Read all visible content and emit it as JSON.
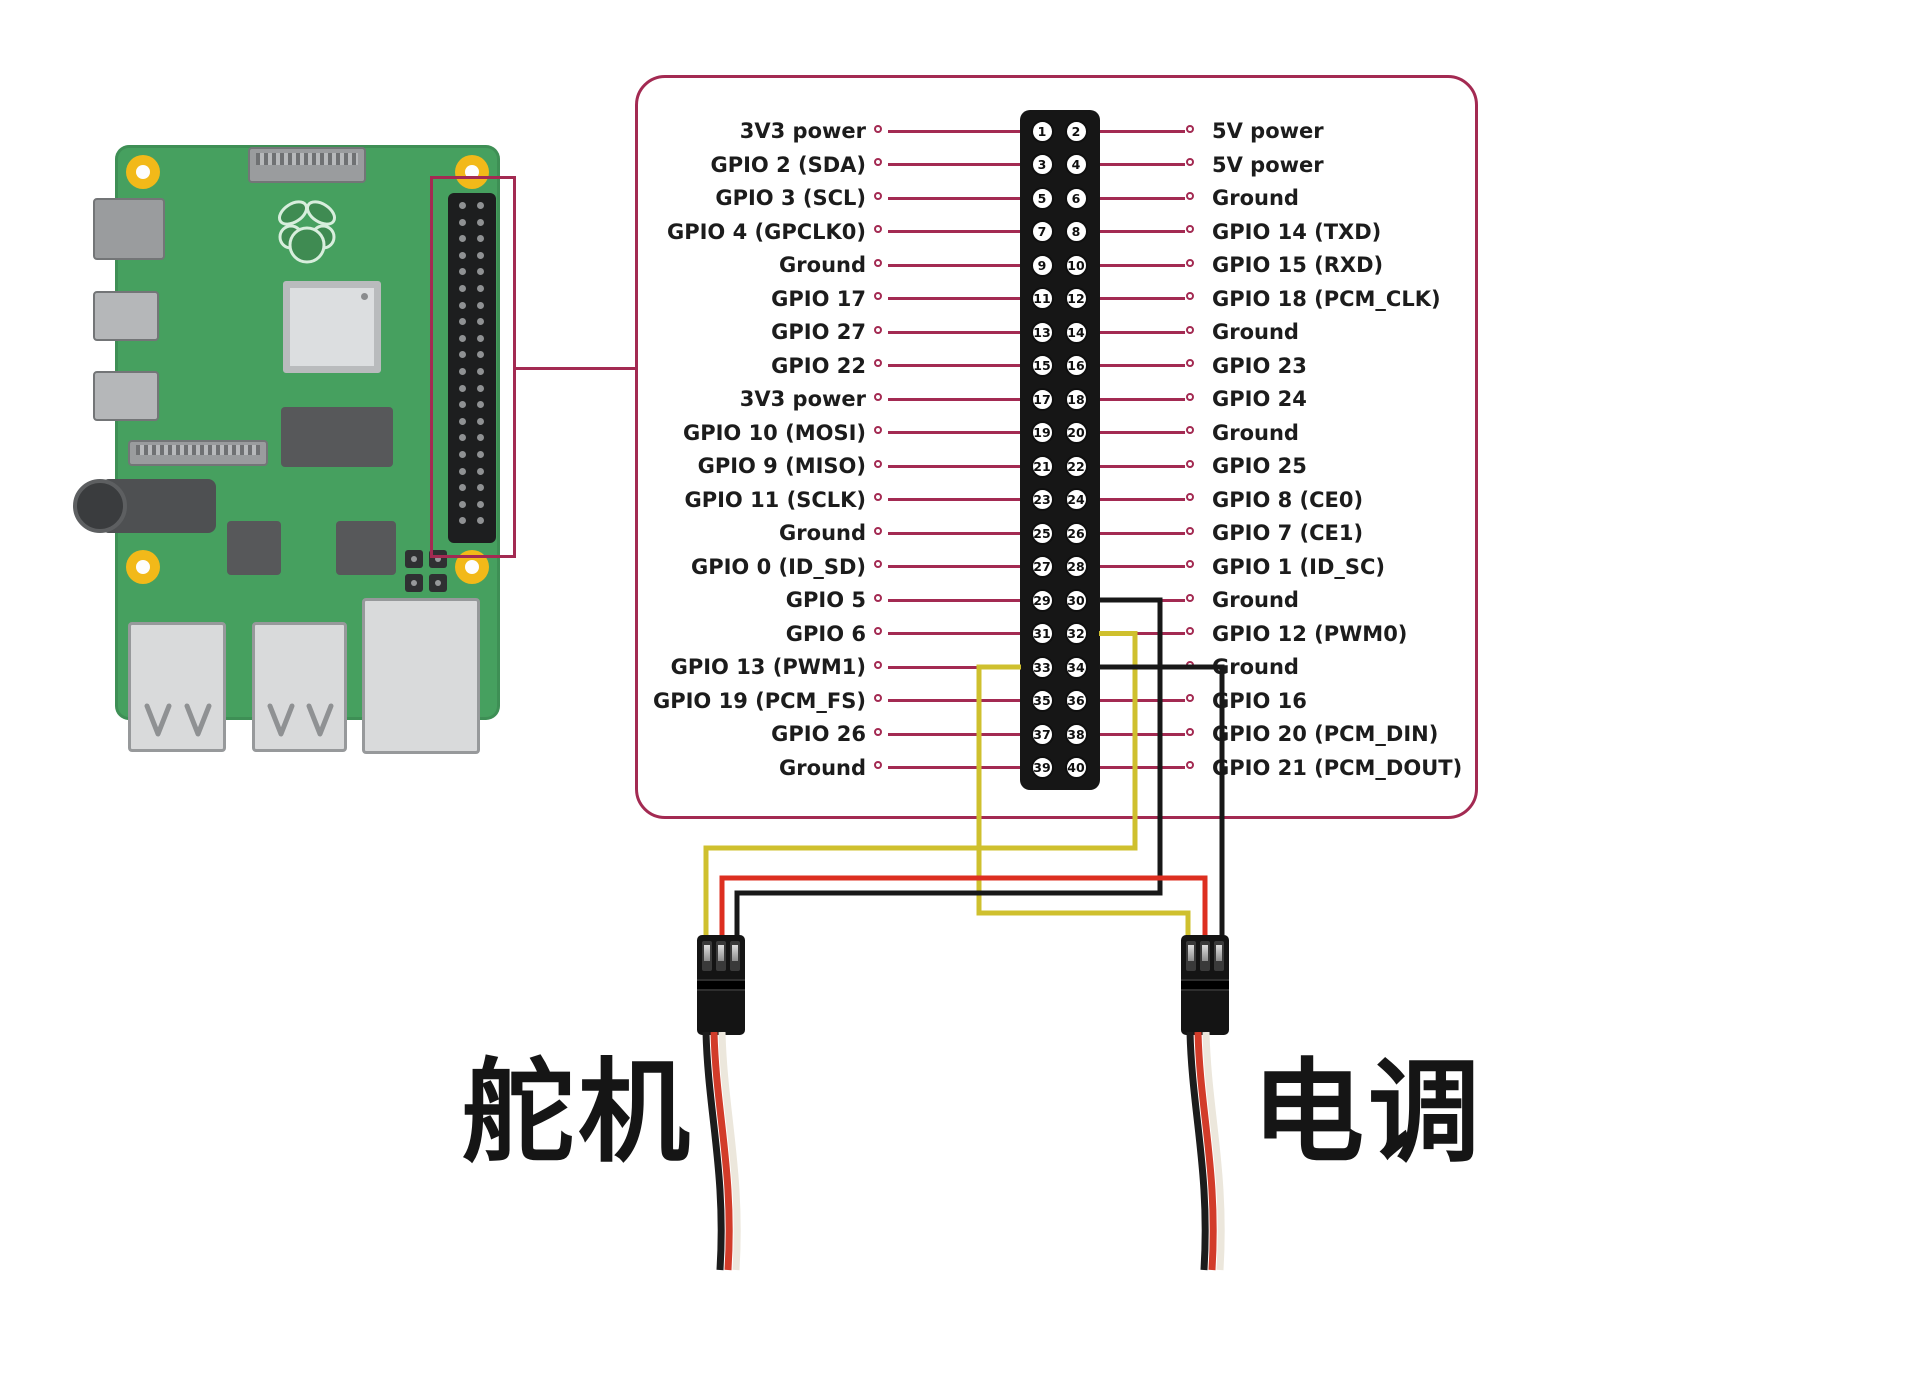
{
  "colors": {
    "accent": "#a32a52",
    "board_green": "#46a05f",
    "hole_yellow": "#f2b919",
    "wire_yellow": "#cfc02e",
    "wire_red": "#dd2f20",
    "wire_black": "#181818",
    "text": "#1c1c1c"
  },
  "pinout": {
    "rows": [
      {
        "left_label": "3V3 power",
        "left_pin": "1",
        "right_pin": "2",
        "right_label": "5V power"
      },
      {
        "left_label": "GPIO 2 (SDA)",
        "left_pin": "3",
        "right_pin": "4",
        "right_label": "5V power"
      },
      {
        "left_label": "GPIO 3 (SCL)",
        "left_pin": "5",
        "right_pin": "6",
        "right_label": "Ground"
      },
      {
        "left_label": "GPIO 4 (GPCLK0)",
        "left_pin": "7",
        "right_pin": "8",
        "right_label": "GPIO 14 (TXD)"
      },
      {
        "left_label": "Ground",
        "left_pin": "9",
        "right_pin": "10",
        "right_label": "GPIO 15 (RXD)"
      },
      {
        "left_label": "GPIO 17",
        "left_pin": "11",
        "right_pin": "12",
        "right_label": "GPIO 18 (PCM_CLK)"
      },
      {
        "left_label": "GPIO 27",
        "left_pin": "13",
        "right_pin": "14",
        "right_label": "Ground"
      },
      {
        "left_label": "GPIO 22",
        "left_pin": "15",
        "right_pin": "16",
        "right_label": "GPIO 23"
      },
      {
        "left_label": "3V3 power",
        "left_pin": "17",
        "right_pin": "18",
        "right_label": "GPIO 24"
      },
      {
        "left_label": "GPIO 10 (MOSI)",
        "left_pin": "19",
        "right_pin": "20",
        "right_label": "Ground"
      },
      {
        "left_label": "GPIO 9 (MISO)",
        "left_pin": "21",
        "right_pin": "22",
        "right_label": "GPIO 25"
      },
      {
        "left_label": "GPIO 11 (SCLK)",
        "left_pin": "23",
        "right_pin": "24",
        "right_label": "GPIO 8 (CE0)"
      },
      {
        "left_label": "Ground",
        "left_pin": "25",
        "right_pin": "26",
        "right_label": "GPIO 7 (CE1)"
      },
      {
        "left_label": "GPIO 0 (ID_SD)",
        "left_pin": "27",
        "right_pin": "28",
        "right_label": "GPIO 1 (ID_SC)"
      },
      {
        "left_label": "GPIO 5",
        "left_pin": "29",
        "right_pin": "30",
        "right_label": "Ground"
      },
      {
        "left_label": "GPIO 6",
        "left_pin": "31",
        "right_pin": "32",
        "right_label": "GPIO 12 (PWM0)"
      },
      {
        "left_label": "GPIO 13 (PWM1)",
        "left_pin": "33",
        "right_pin": "34",
        "right_label": "Ground"
      },
      {
        "left_label": "GPIO 19 (PCM_FS)",
        "left_pin": "35",
        "right_pin": "36",
        "right_label": "GPIO 16"
      },
      {
        "left_label": "GPIO 26",
        "left_pin": "37",
        "right_pin": "38",
        "right_label": "GPIO 20 (PCM_DIN)"
      },
      {
        "left_label": "Ground",
        "left_pin": "39",
        "right_pin": "40",
        "right_label": "GPIO 21 (PCM_DOUT)"
      }
    ]
  },
  "wires": [
    {
      "id": "servo-signal",
      "color": "yellow",
      "from": "pin 32 (GPIO 12 PWM0)",
      "to": "left connector"
    },
    {
      "id": "esc-signal",
      "color": "yellow",
      "from": "pin 33 (GPIO 13 PWM1)",
      "to": "right connector"
    },
    {
      "id": "servo-ground",
      "color": "black",
      "from": "pin 30 (Ground)",
      "to": "left connector"
    },
    {
      "id": "esc-ground",
      "color": "black",
      "from": "pin 34 (Ground)",
      "to": "right connector"
    },
    {
      "id": "power-link",
      "color": "red",
      "from": "left connector",
      "to": "right connector"
    }
  ],
  "connectors": {
    "left_label": "舵机",
    "right_label": "电调"
  }
}
